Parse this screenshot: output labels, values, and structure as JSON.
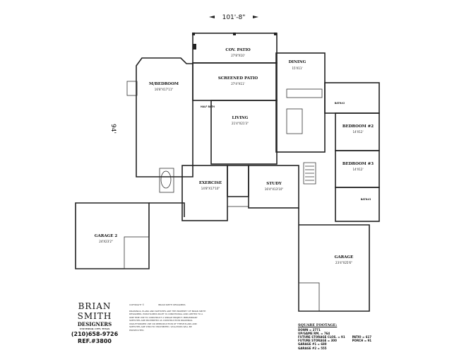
{
  "overall_width": "101'-8\"",
  "overall_depth": "94'",
  "rooms": {
    "cov_patio": {
      "name": "COV. PATIO",
      "size": "27'8\"X10'"
    },
    "screened_patio": {
      "name": "SCREENED PATIO",
      "size": "27'4\"X11'"
    },
    "m_bedroom": {
      "name": "M/BEDROOM",
      "size": "16'8\"X17'11\""
    },
    "dining": {
      "name": "DINING",
      "size": "15'X11'"
    },
    "living": {
      "name": "LIVING",
      "size": "21'4\"X21'3\""
    },
    "bedroom2": {
      "name": "BEDROOM #2",
      "size": "14'X12'"
    },
    "bedroom3": {
      "name": "BEDROOM #3",
      "size": "14'X12'"
    },
    "exercise": {
      "name": "EXERCISE",
      "size": "14'8\"X17'10\""
    },
    "study": {
      "name": "STUDY",
      "size": "16'4\"X13'10\""
    },
    "garage2": {
      "name": "GARAGE 2",
      "size": "24'X23'2\""
    },
    "garage": {
      "name": "GARAGE",
      "size": "23'4\"X25'6\""
    },
    "half_bath": {
      "name": "HALF BATH"
    },
    "bath2": {
      "name": "BATH#2"
    },
    "bath3": {
      "name": "BATH#3"
    }
  },
  "designer": {
    "name": "BRIAN SMITH",
    "sub": "DESIGNERS",
    "city": "UNIVERSAL CITY, TEXAS",
    "phone": "(210)658-9726",
    "ref": "REF.#3800"
  },
  "copyright": {
    "label": "COPYRIGHT ©",
    "owner": "BRIAN SMITH DESIGNERS",
    "text": "DRAWINGS, PLANS AND SKETCHES ARE THE PROPERTY OF BRIAN SMITH DESIGNERS. PURCHASERS RIGHT IS CONDITIONAL AND LIMITED TO A ONE TIME USE TO CONSTRUCT A SINGLE PROJECT. PRELIMINARY SKETCHES ARE PROHIBITED AS CONSTRUCTION DRAWINGS. UNAUTHORIZED USE OR REPRODUCTION OF THESE PLANS AND SKETCHES ARE STRICTLY PROHIBITED. VIOLATORS WILL BE PROSECUTED."
  },
  "square_footage": {
    "title": "SQUARE FOOTAGE:",
    "left": [
      "DOWN = 2771",
      "UP/GAME RM. = 764",
      "FUTURE STORAGE CLOS. = 91",
      "FUTURE STORAGE = 300"
    ],
    "right": [
      "PATIO = 617",
      "PORCH = 91"
    ],
    "garages": [
      "GARAGE #1 = 680",
      "GARAGE #2 = 555"
    ]
  }
}
